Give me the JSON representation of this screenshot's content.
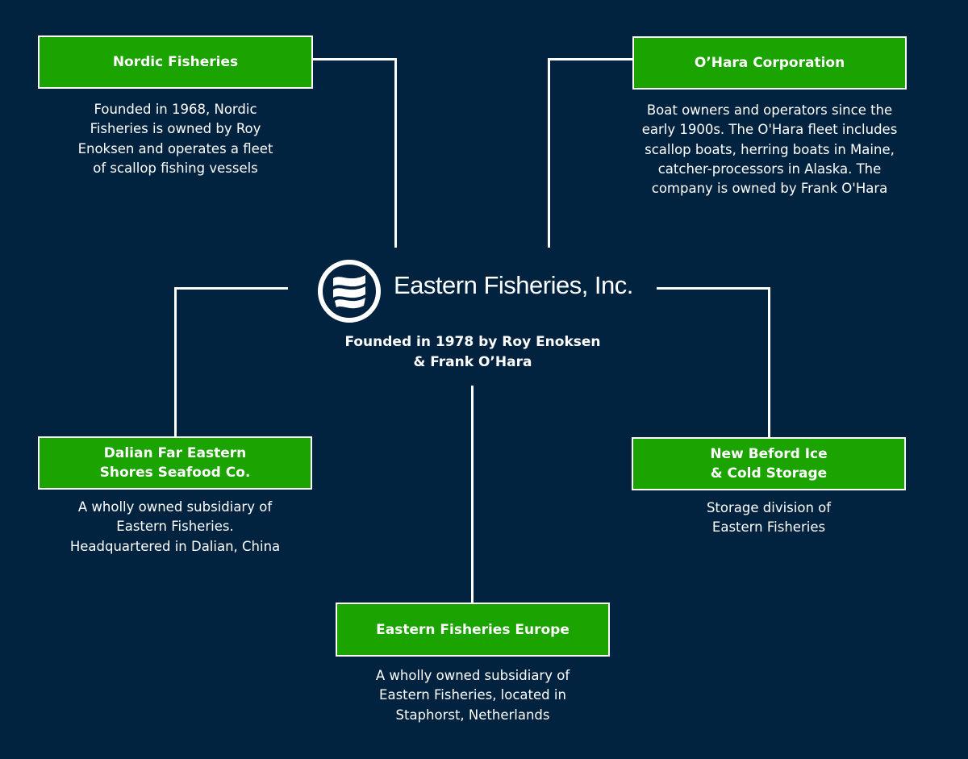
{
  "center": {
    "logo_icon": "eastern-fisheries-wave-logo",
    "name": "Eastern Fisheries, Inc.",
    "founded": "Founded in 1978 by Roy Enoksen\n& Frank O’Hara"
  },
  "nodes": {
    "nordic": {
      "title": "Nordic Fisheries",
      "description": "Founded in 1968, Nordic\nFisheries is owned by Roy\nEnoksen and operates a fleet\nof scallop fishing vessels"
    },
    "ohara": {
      "title": "O’Hara Corporation",
      "description": "Boat owners and operators since the\nearly 1900s. The O'Hara fleet includes\nscallop boats, herring boats in Maine,\ncatcher-processors in Alaska. The\ncompany is owned by Frank O'Hara"
    },
    "dalian": {
      "title": "Dalian Far Eastern\nShores Seafood Co.",
      "description": "A wholly owned subsidiary of\nEastern Fisheries.\nHeadquartered in Dalian, China"
    },
    "newbedford": {
      "title": "New Beford Ice\n& Cold Storage",
      "description": "Storage division of\nEastern Fisheries"
    },
    "europe": {
      "title": "Eastern Fisheries Europe",
      "description": "A wholly owned subsidiary of\nEastern Fisheries, located in\nStaphorst, Netherlands"
    }
  },
  "colors": {
    "background": "#02233f",
    "box_fill": "#1ba300",
    "line": "#ffffff",
    "text": "#ffffff"
  }
}
